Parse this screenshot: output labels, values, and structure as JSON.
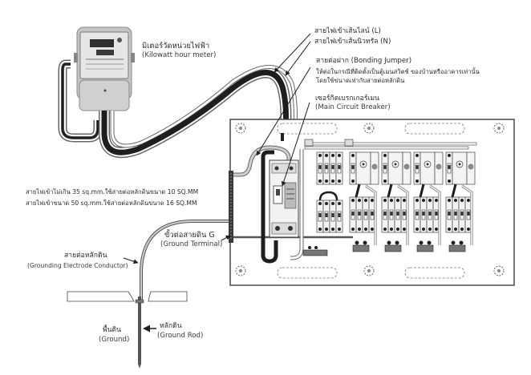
{
  "diagram": {
    "labels": {
      "meter_th": "มิเตอร์วัดหน่วยไฟฟ้า",
      "meter_en": "(Kilowatt hour meter)",
      "line_in": "สายไฟเข้าเส้นไลน์ (L)",
      "neutral_in": "สายไฟเข้าเส้นนิวทรัล (N)",
      "bonding_title": "สายต่อฝาก (Bonding Jumper)",
      "bonding_note1": "ให้ต่อในกรณีที่ติดตั้งเป็นตู้เมนสวิตช์ ของบ้านหรืออาคารเท่านั้น",
      "bonding_note2": "โดยใช้ขนาดเท่ากับสายต่อหลักดิน",
      "mcb_th": "เซอร์กิตเบรกเกอร์เมน",
      "mcb_en": "(Main Circuit Breaker)",
      "rule1": "สายไฟเข้าไม่เกิน 35 sq.mm.ใช้สายต่อหลักดินขนาด 10 SQ.MM",
      "rule2": "สายไฟเข้าขนาด 50 sq.mm.ใช้สายต่อหลักดินขนาด 16 SQ.MM",
      "ground_terminal_th": "ขั้วต่อสายดิน G",
      "ground_terminal_en": "(Ground Terminal)",
      "gec_th": "สายต่อหลักดิน",
      "gec_en": "(Grounding Electrode Conductor)",
      "ground_th": "พื้นดิน",
      "ground_en": "(Ground)",
      "rod_th": "หลักดิน",
      "rod_en": "(Ground Rod)"
    },
    "colors": {
      "cable_dark": "#1e1e1e",
      "cable_light": "#ffffff",
      "outline": "#555555",
      "meter_body": "#c9c9c9",
      "panel_bg": "#ffffff",
      "panel_border": "#4a4a4a",
      "text": "#2b2b2b"
    },
    "icons": {
      "meter": "kilowatt-hour-meter-icon",
      "breaker": "circuit-breaker-icon",
      "ground_rod": "ground-rod-icon"
    }
  }
}
